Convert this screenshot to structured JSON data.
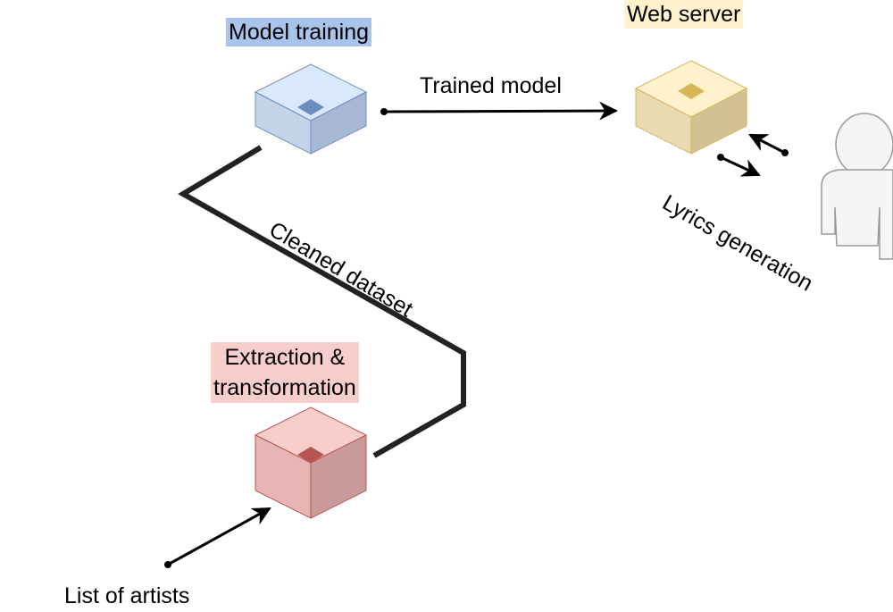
{
  "nodes": {
    "model_training": {
      "label": "Model training",
      "label_bg": "#a9c4eb",
      "top": "#dae8fc",
      "left": "#c3d3ea",
      "right": "#a7b8d4",
      "mark": "#6c8ebf"
    },
    "web_server": {
      "label": "Web server",
      "label_bg": "#fff2cc",
      "top": "#fff2cc",
      "left": "#e9dbb0",
      "right": "#d1c195",
      "mark": "#d6b656"
    },
    "extraction": {
      "label_line1": "Extraction &",
      "label_line2": "transformation",
      "label_bg": "#f8cecc",
      "top": "#f8cecc",
      "left": "#e7b5b4",
      "right": "#c99b9a",
      "mark": "#b85450"
    }
  },
  "edges": {
    "trained_model": "Trained model",
    "cleaned_dataset": "Cleaned dataset",
    "lyrics_generation": "Lyrics generation",
    "list_of_artists": "List of artists"
  },
  "user_icon": {
    "name": "user-icon",
    "fill": "#f5f5f5",
    "stroke": "#999999"
  }
}
